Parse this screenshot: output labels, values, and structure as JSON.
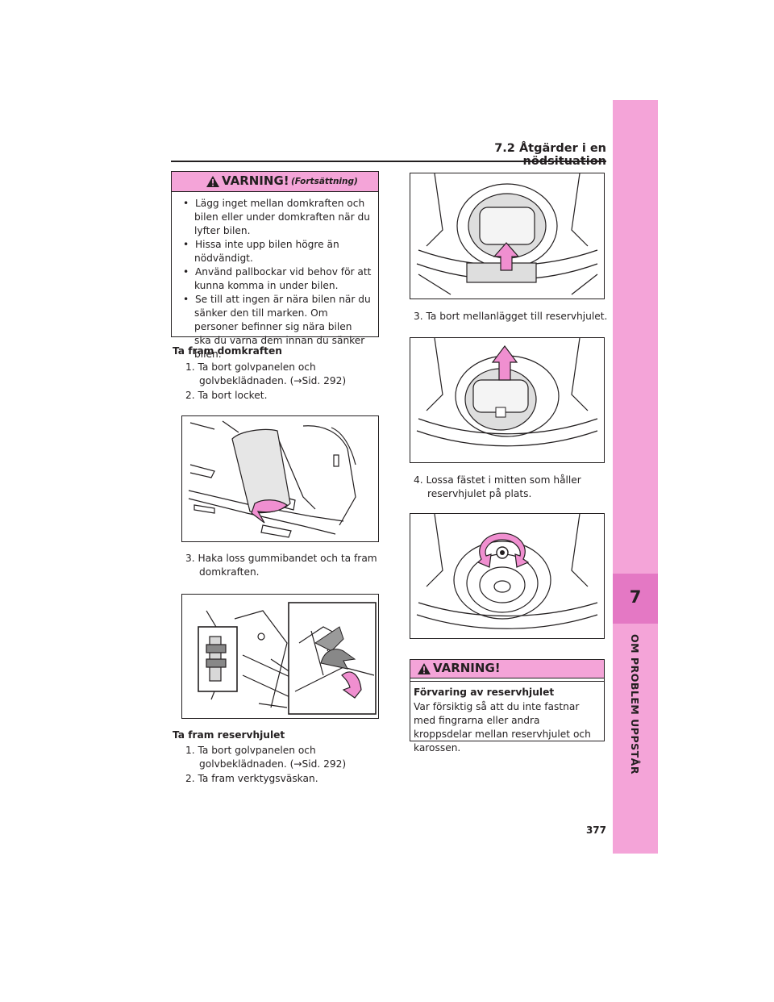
{
  "header": {
    "section_title": "7.2 Åtgärder i en nödsituation"
  },
  "side_tab": {
    "chapter_number": "7",
    "chapter_title": "OM PROBLEM UPPSTÅR"
  },
  "page_number": "377",
  "warning_continued": {
    "title": "VARNING!",
    "subtitle": "(Fortsättning)",
    "bullets": [
      "Lägg inget mellan domkraften och bilen eller under domkraften när du lyfter bilen.",
      "Hissa inte upp bilen högre än nödvändigt.",
      "Använd pallbockar vid behov för att kunna komma in under bilen.",
      "Se till att ingen är nära bilen när du sänker den till marken. Om personer befinner sig nära bilen ska du varna dem innan du sänker bilen."
    ]
  },
  "section_jack": {
    "heading": "Ta fram domkraften",
    "steps": [
      "1. Ta bort golvpanelen och golvbeklädnaden. (→Sid. 292)",
      "2. Ta bort locket.",
      "3. Haka loss gummibandet och ta fram domkraften."
    ]
  },
  "section_spare": {
    "heading": "Ta fram reservhjulet",
    "steps": [
      "1. Ta bort golvpanelen och golvbeklädnaden. (→Sid. 292)",
      "2. Ta fram verktygsväskan.",
      "3. Ta bort mellanlägget till reservhjulet.",
      "4. Lossa fästet i mitten som håller reservhjulet på plats."
    ]
  },
  "warning_storage": {
    "title": "VARNING!",
    "heading": "Förvaring av reservhjulet",
    "body": "Var försiktig så att du inte fastnar med fingrarna eller andra kroppsdelar mellan reservhjulet och karossen."
  },
  "colors": {
    "accent_pink": "#f4a4d8",
    "tab_dark_pink": "#e478c4",
    "arrow_pink": "#f08fd0"
  }
}
